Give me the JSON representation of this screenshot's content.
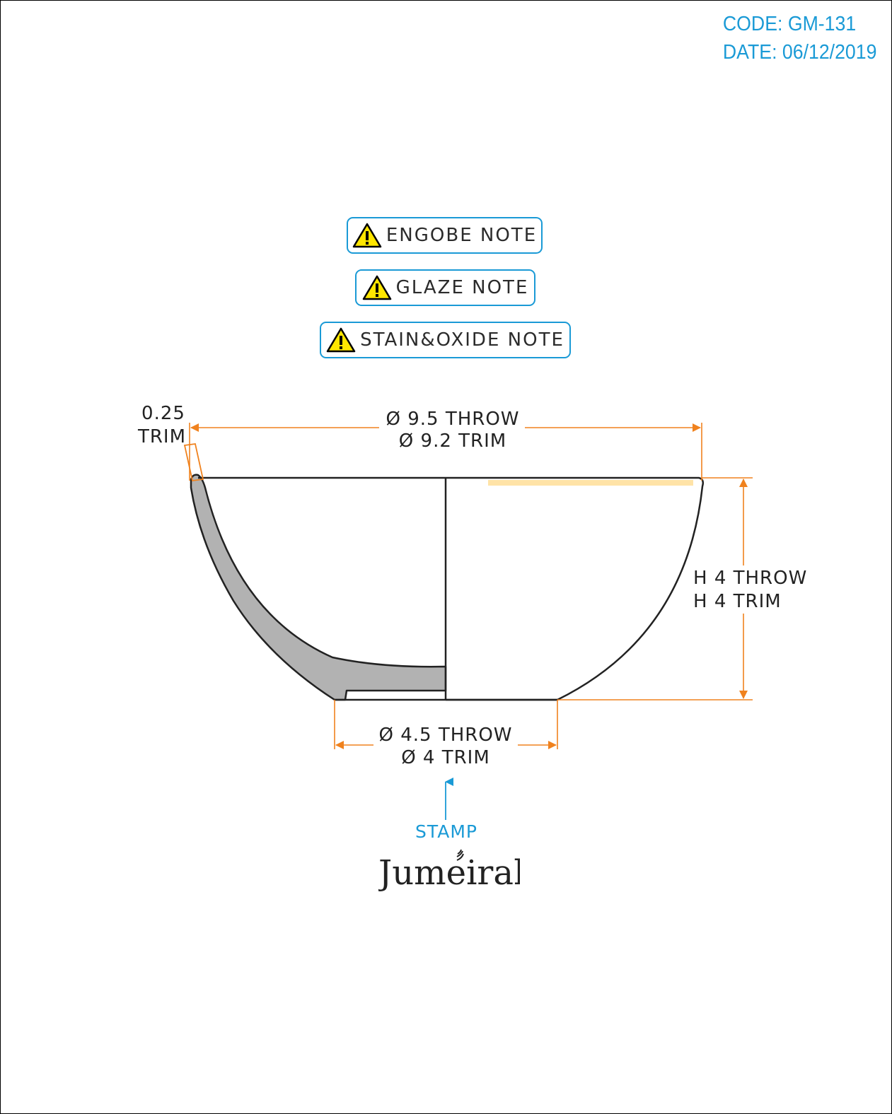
{
  "header": {
    "code": "CODE: GM-131",
    "date": "DATE: 06/12/2019"
  },
  "notes": [
    {
      "label": "ENGOBE NOTE",
      "icon": "warning-icon"
    },
    {
      "label": "GLAZE NOTE",
      "icon": "warning-icon"
    },
    {
      "label": "STAIN&OXIDE NOTE",
      "icon": "warning-icon"
    }
  ],
  "dimensions": {
    "rim_thickness_value": "0.25",
    "rim_thickness_label": "TRIM",
    "top_diameter_throw": "Ø 9.5 THROW",
    "top_diameter_trim": "Ø 9.2 TRIM",
    "height_throw": "H 4 THROW",
    "height_trim": "H 4 TRIM",
    "base_diameter_throw": "Ø 4.5 THROW",
    "base_diameter_trim": "Ø 4 TRIM"
  },
  "stamp": {
    "label": "STAMP",
    "logo_text": "Jumeirah"
  },
  "colors": {
    "accent": "#1a9ad6",
    "dimension": "#f0821e",
    "warning_yellow": "#ffe600",
    "body_section": "#b2b2b2",
    "outline": "#222222"
  }
}
